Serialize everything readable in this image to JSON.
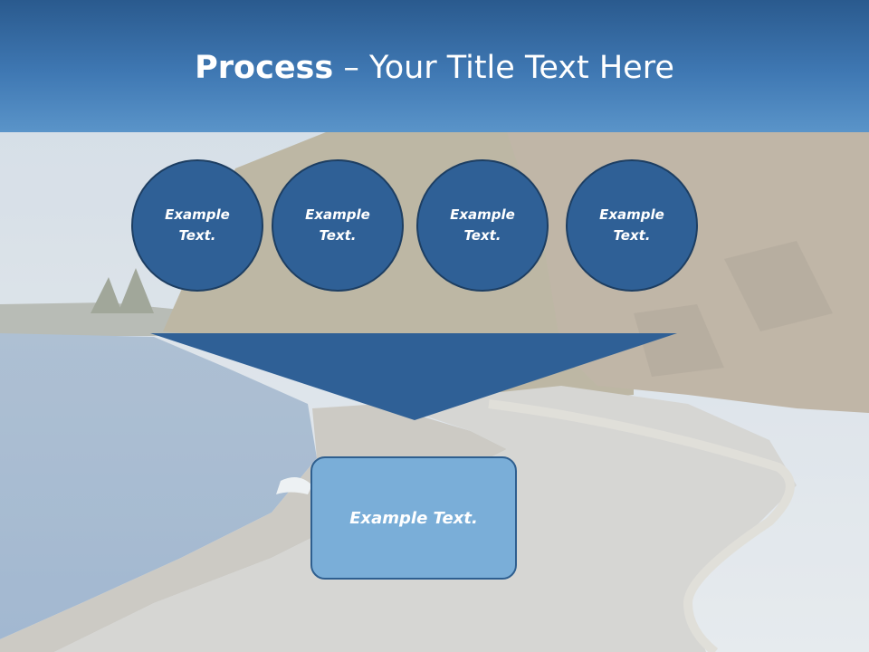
{
  "slide": {
    "title_bold": "Process",
    "title_rest": " – Your Title Text Here"
  },
  "circles": [
    {
      "text": "Example Text."
    },
    {
      "text": "Example Text."
    },
    {
      "text": "Example Text."
    },
    {
      "text": "Example Text."
    }
  ],
  "result_box": {
    "text": "Example Text."
  },
  "colors": {
    "header": "#3f78b3",
    "circle_fill": "#2f6096",
    "funnel_fill": "#2f6096",
    "box_fill": "#7aaed8"
  }
}
